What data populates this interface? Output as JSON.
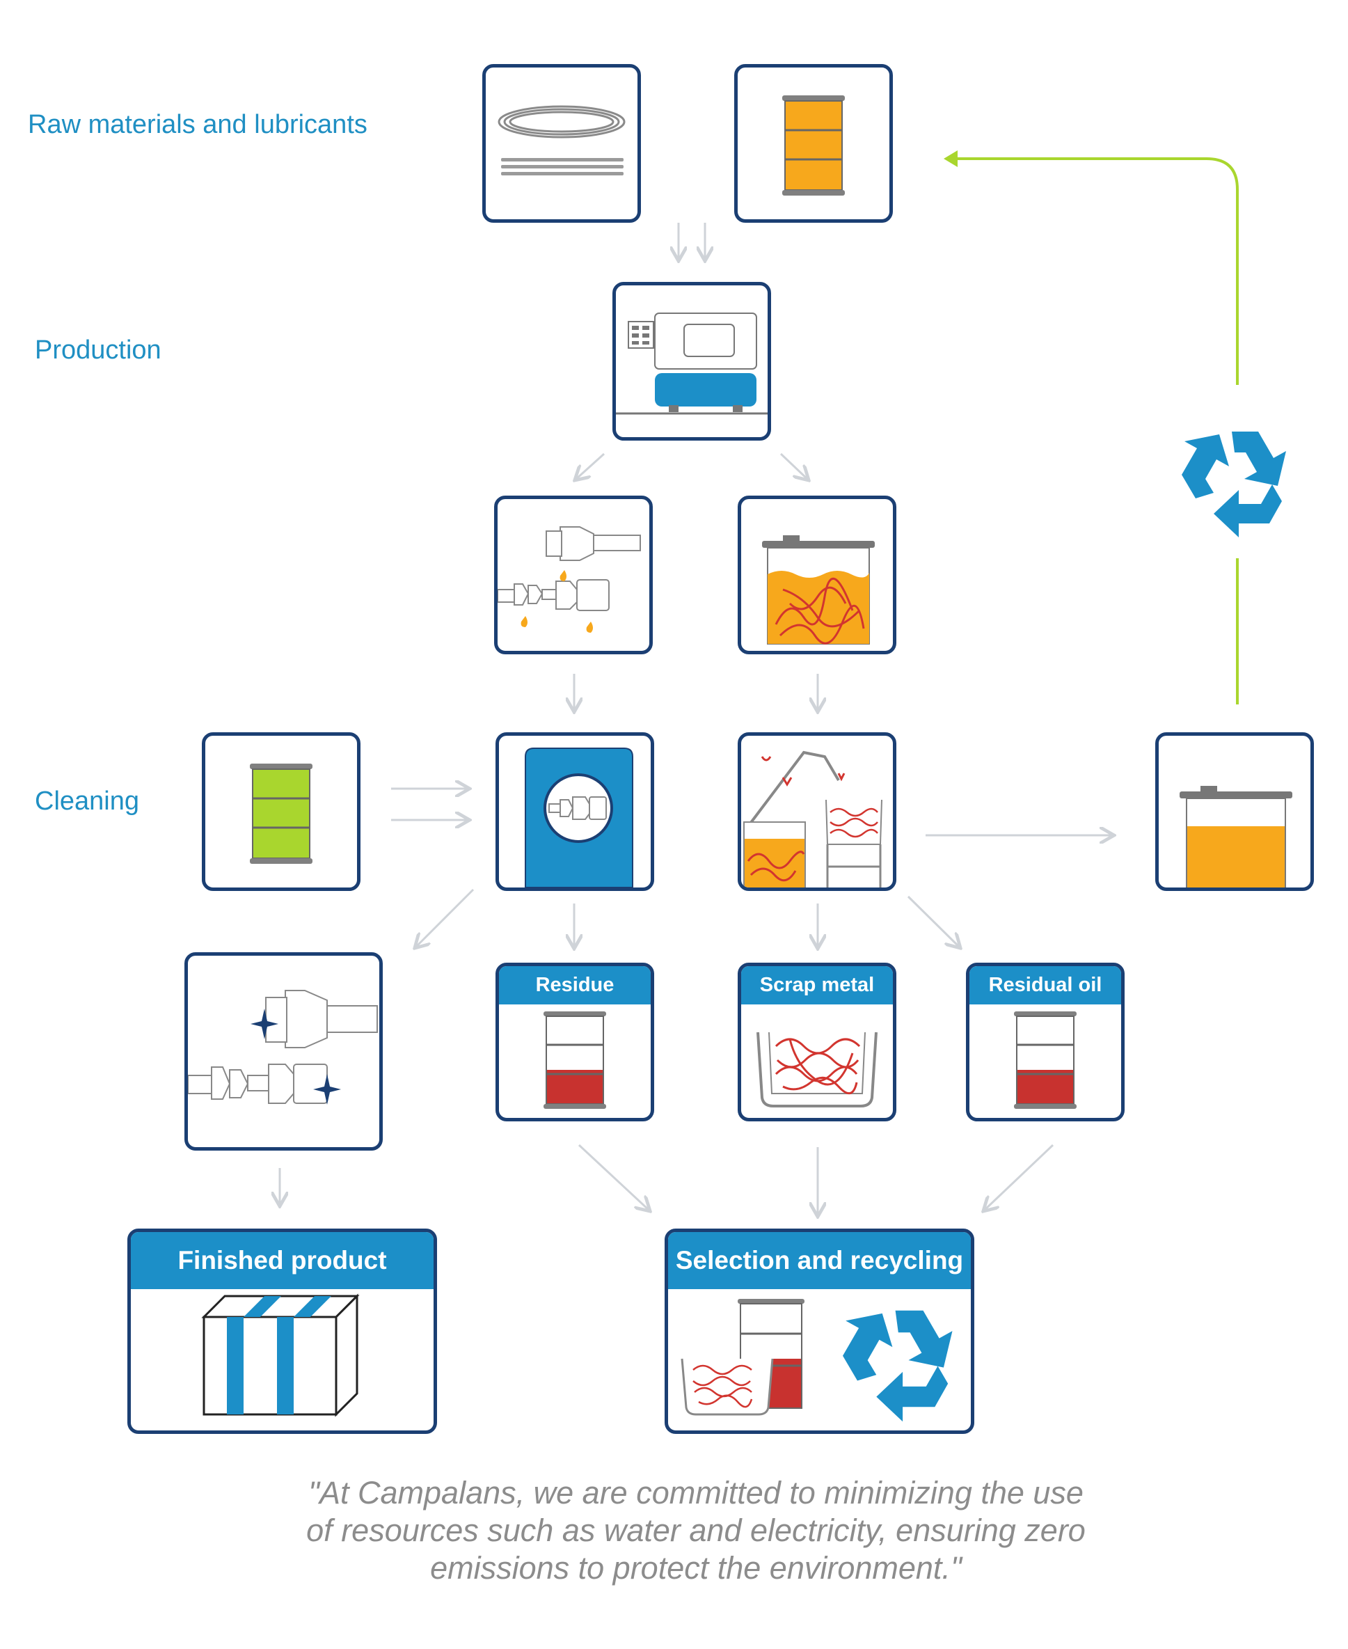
{
  "stages": {
    "raw_materials": "Raw materials and lubricants",
    "production": "Production",
    "cleaning": "Cleaning"
  },
  "boxes": {
    "residue": "Residue",
    "scrap_metal": "Scrap metal",
    "residual_oil": "Residual oil",
    "finished_product": "Finished product",
    "selection_recycling": "Selection and recycling"
  },
  "quote": {
    "line1": "\"At Campalans, we are committed to minimizing the use",
    "line2": "of resources such as water and electricity, ensuring zero",
    "line3": "emissions to protect the environment.\""
  },
  "colors": {
    "box_border": "#1b3f73",
    "accent_blue": "#1c8fc8",
    "stage_label": "#1f8fc3",
    "oil_orange": "#f7a81c",
    "cleaner_green": "#a9d62e",
    "residue_red": "#c8322f",
    "recycle_arrow": "#a9d62e",
    "flow_arrow": "#cfd3d8"
  },
  "icons": [
    "wire-coils-icon",
    "oil-drum-icon",
    "machine-icon",
    "lubricated-parts-icon",
    "chip-tank-icon",
    "cleaner-drum-icon",
    "washing-machine-icon",
    "chip-separator-icon",
    "oil-tank-icon",
    "clean-parts-icon",
    "residue-drum-icon",
    "scrap-basket-icon",
    "residual-oil-drum-icon",
    "box-icon",
    "recycle-icon"
  ]
}
